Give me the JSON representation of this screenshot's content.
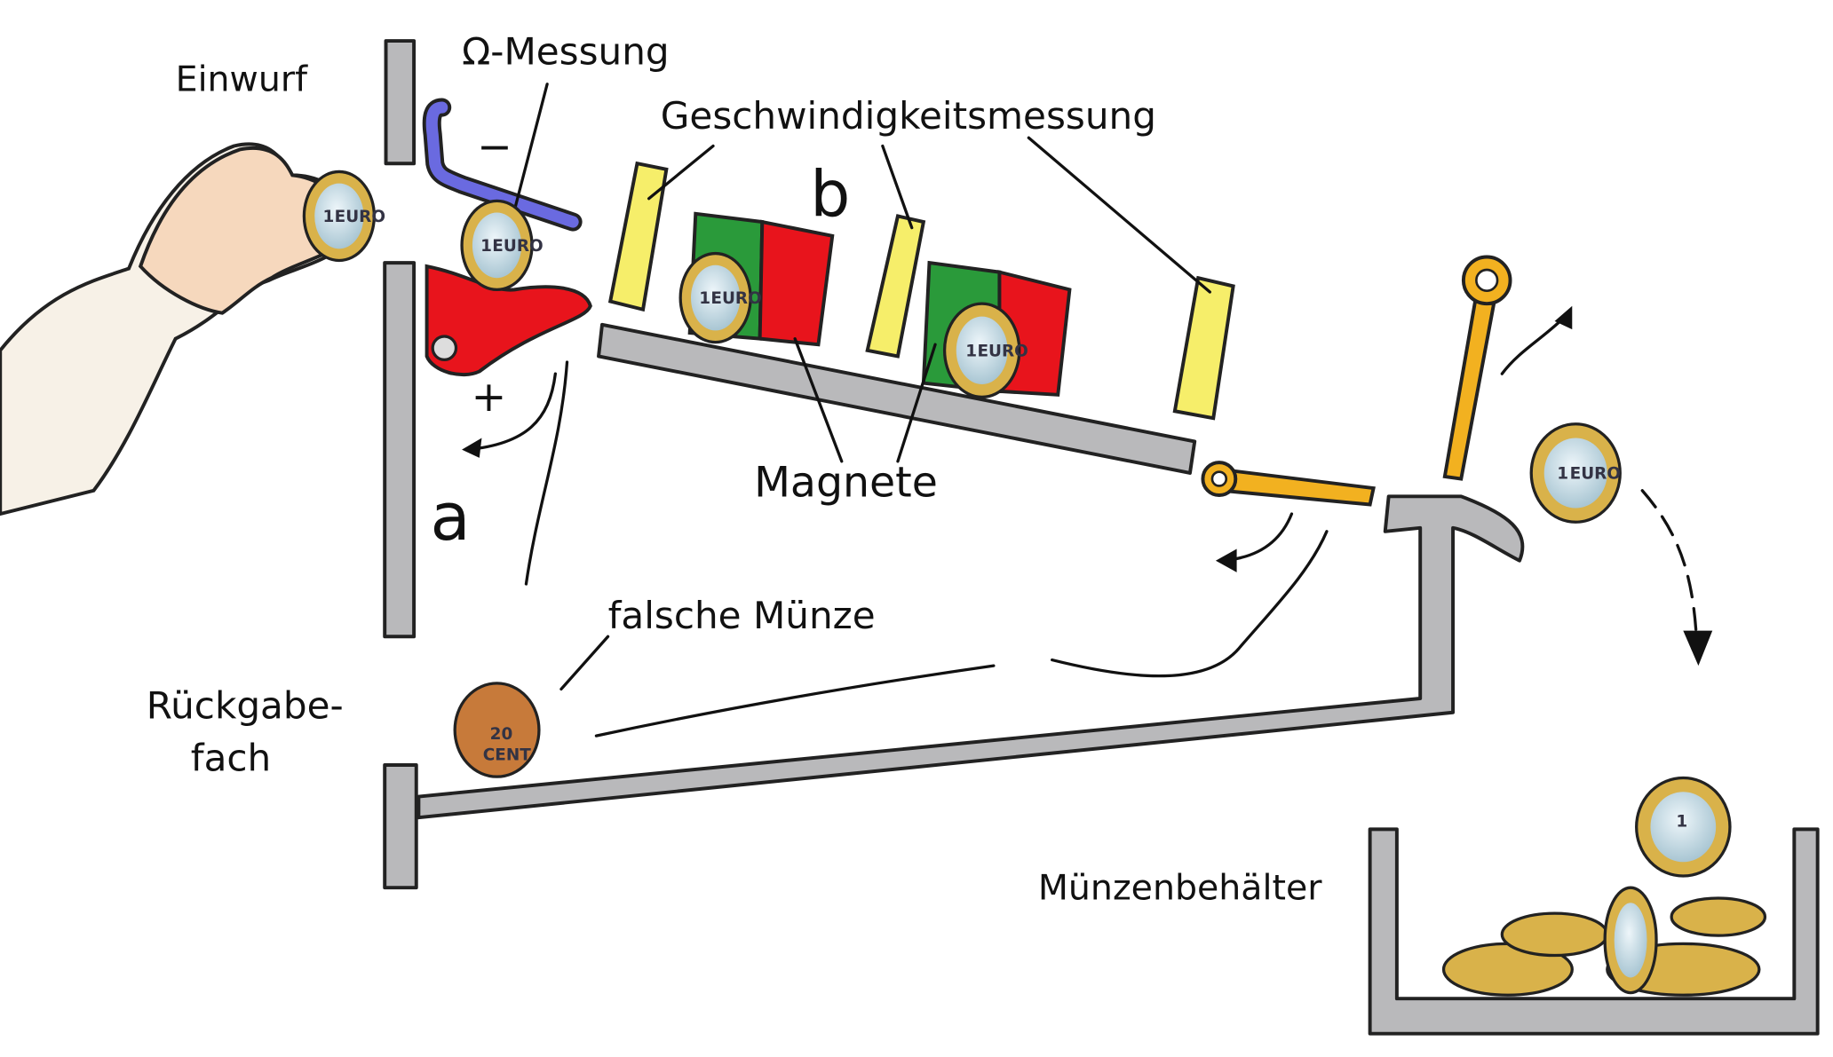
{
  "labels": {
    "insert": "Einwurf",
    "ohm": "Ω-Messung",
    "speed": "Geschwindigkeitsmessung",
    "b": "b",
    "a": "a",
    "minus": "−",
    "plus": "+",
    "magnets": "Magnete",
    "fake_coin": "falsche Münze",
    "return_line1": "Rückgabe-",
    "return_line2": "fach",
    "container": "Münzenbehälter"
  },
  "coins": {
    "euro_value": "1",
    "euro_unit": "EURO",
    "cent_value": "20",
    "cent_unit": "CENT"
  },
  "colors": {
    "channel": "#b9b9bb",
    "contact": "#6a6ae0",
    "flap": "#e8141c",
    "sensor": "#f6ee6a",
    "magnet_green": "#2a9a3a",
    "magnet_red": "#e8141c",
    "lever": "#f2b120",
    "coin_gold": "#d9b24a",
    "coin_silver": "#c9dde6",
    "coin_copper": "#c77a3a"
  }
}
